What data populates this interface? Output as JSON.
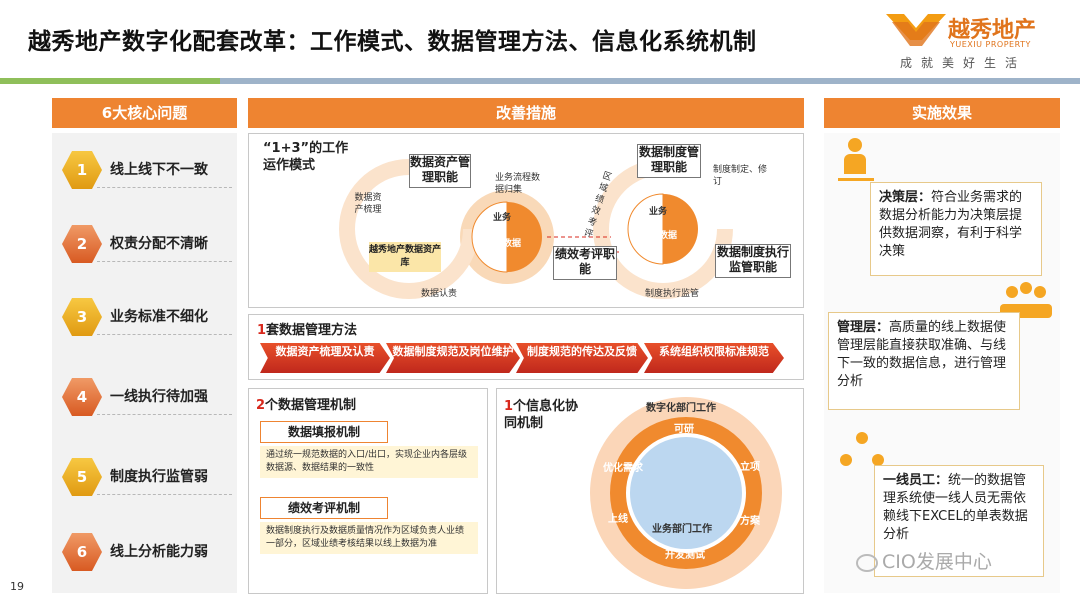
{
  "title": "越秀地产数字化配套改革：工作模式、数据管理方法、信息化系统机制",
  "logo": {
    "name": "越秀地产",
    "en": "YUEXIU PROPERTY",
    "slogan": "成就美好生活"
  },
  "columns": {
    "problems": "6大核心问题",
    "measures": "改善措施",
    "effects": "实施效果"
  },
  "problems": [
    {
      "num": "1",
      "label": "线上线下不一致"
    },
    {
      "num": "2",
      "label": "权责分配不清晰"
    },
    {
      "num": "3",
      "label": "业务标准不细化"
    },
    {
      "num": "4",
      "label": "一线执行待加强"
    },
    {
      "num": "5",
      "label": "制度执行监管弱"
    },
    {
      "num": "6",
      "label": "线上分析能力弱"
    }
  ],
  "work_mode": {
    "heading_line1": "“1+3”的工作",
    "heading_line2": "运作模式",
    "left_node": "数据资产管理职能",
    "left_small_1": "数据资产梳理",
    "flow_small": "业务流程数据归集",
    "repo": "越秀地产数据资产库",
    "auth": "数据认责",
    "core_1": "业务",
    "core_2": "数据",
    "node_top": "数据制度管理职能",
    "node_mid": "绩效考评职能",
    "node_right": "数据制度执行监管职能",
    "arc_left": "区域绩效考评",
    "arc_right": "制度制定、修订",
    "arc_bottom": "制度执行监管"
  },
  "method": {
    "num": "1",
    "title": "套数据管理方法",
    "steps": [
      "数据资产梳理及认责",
      "数据制度规范及岗位维护",
      "制度规范的传达及反馈",
      "系统组织权限标准规范"
    ]
  },
  "mechanism": {
    "num": "2",
    "title": "个数据管理机制",
    "items": [
      {
        "tag": "数据填报机制",
        "desc": "通过统一规范数据的入口/出口，实现企业内各层级数据源、数据结果的一致性"
      },
      {
        "tag": "绩效考评机制",
        "desc": "数据制度执行及数据质量情况作为区域负责人业绩一部分，区域业绩考核结果以线上数据为准"
      }
    ]
  },
  "info": {
    "num": "1",
    "title_line1": "个信息化协",
    "title_line2": "同机制",
    "outer": "数字化部门工作",
    "inner": "业务部门工作",
    "ring": [
      "可研",
      "立项",
      "方案",
      "开发测试",
      "上线",
      "优化需求"
    ]
  },
  "effects": [
    {
      "role": "决策层：",
      "text": "符合业务需求的数据分析能力为决策层提供数据洞察，有利于科学决策"
    },
    {
      "role": "管理层：",
      "text": "高质量的线上数据使管理层能直接获取准确、与线下一致的数据信息，进行管理分析"
    },
    {
      "role": "一线员工：",
      "text": "统一的数据管理系统使一线人员无需依赖线下EXCEL的单表数据分析"
    }
  ],
  "watermark": "CIO发展中心",
  "page_number": "19"
}
